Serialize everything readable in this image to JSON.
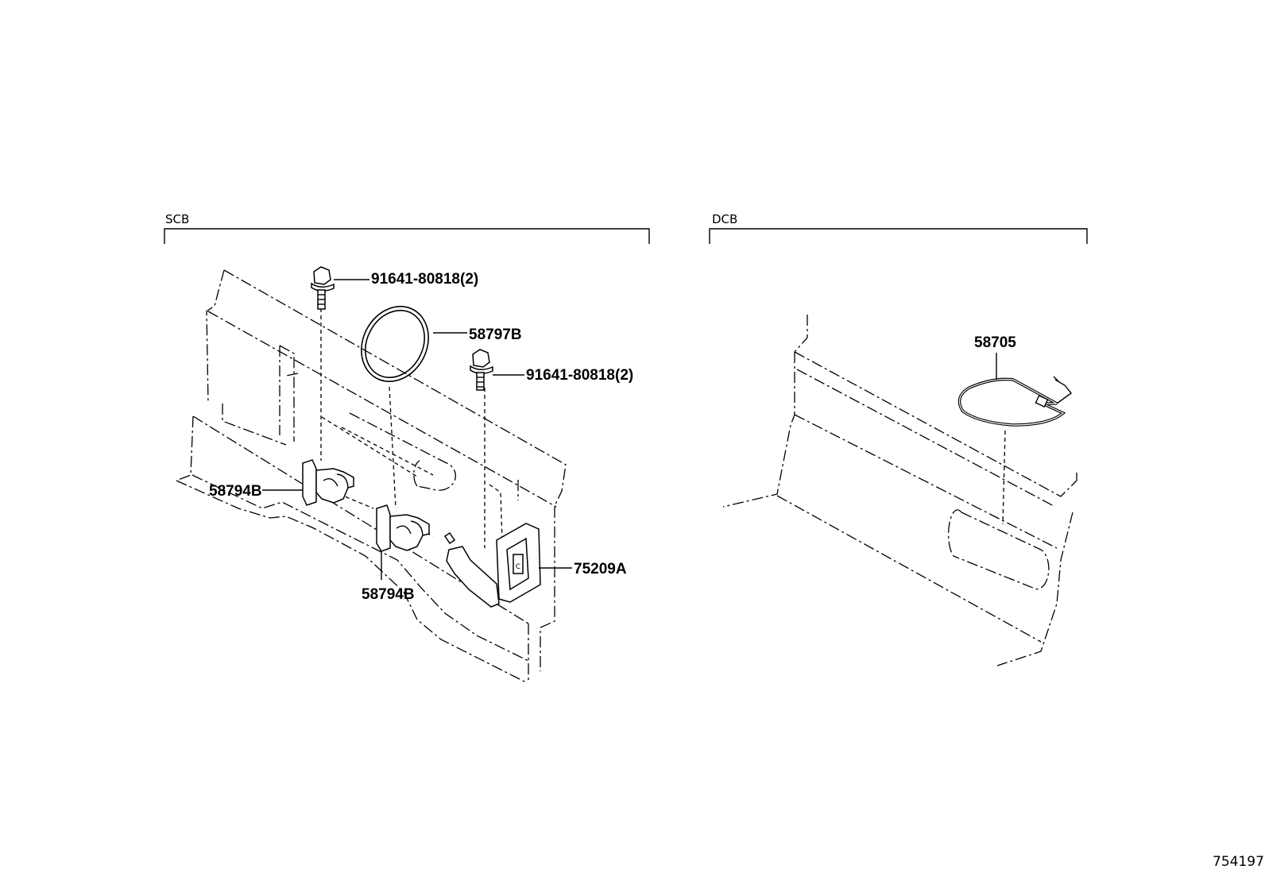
{
  "sections": {
    "scb": {
      "label": "SCB"
    },
    "dcb": {
      "label": "DCB"
    }
  },
  "parts": {
    "bolt_upper": "91641-80818(2)",
    "bolt_lower": "91641-80818(2)",
    "gasket": "58797B",
    "clip_upper": "58794B",
    "clip_lower": "58794B",
    "bracket": "75209A",
    "wire": "58705"
  },
  "diagram_ref": "754197"
}
